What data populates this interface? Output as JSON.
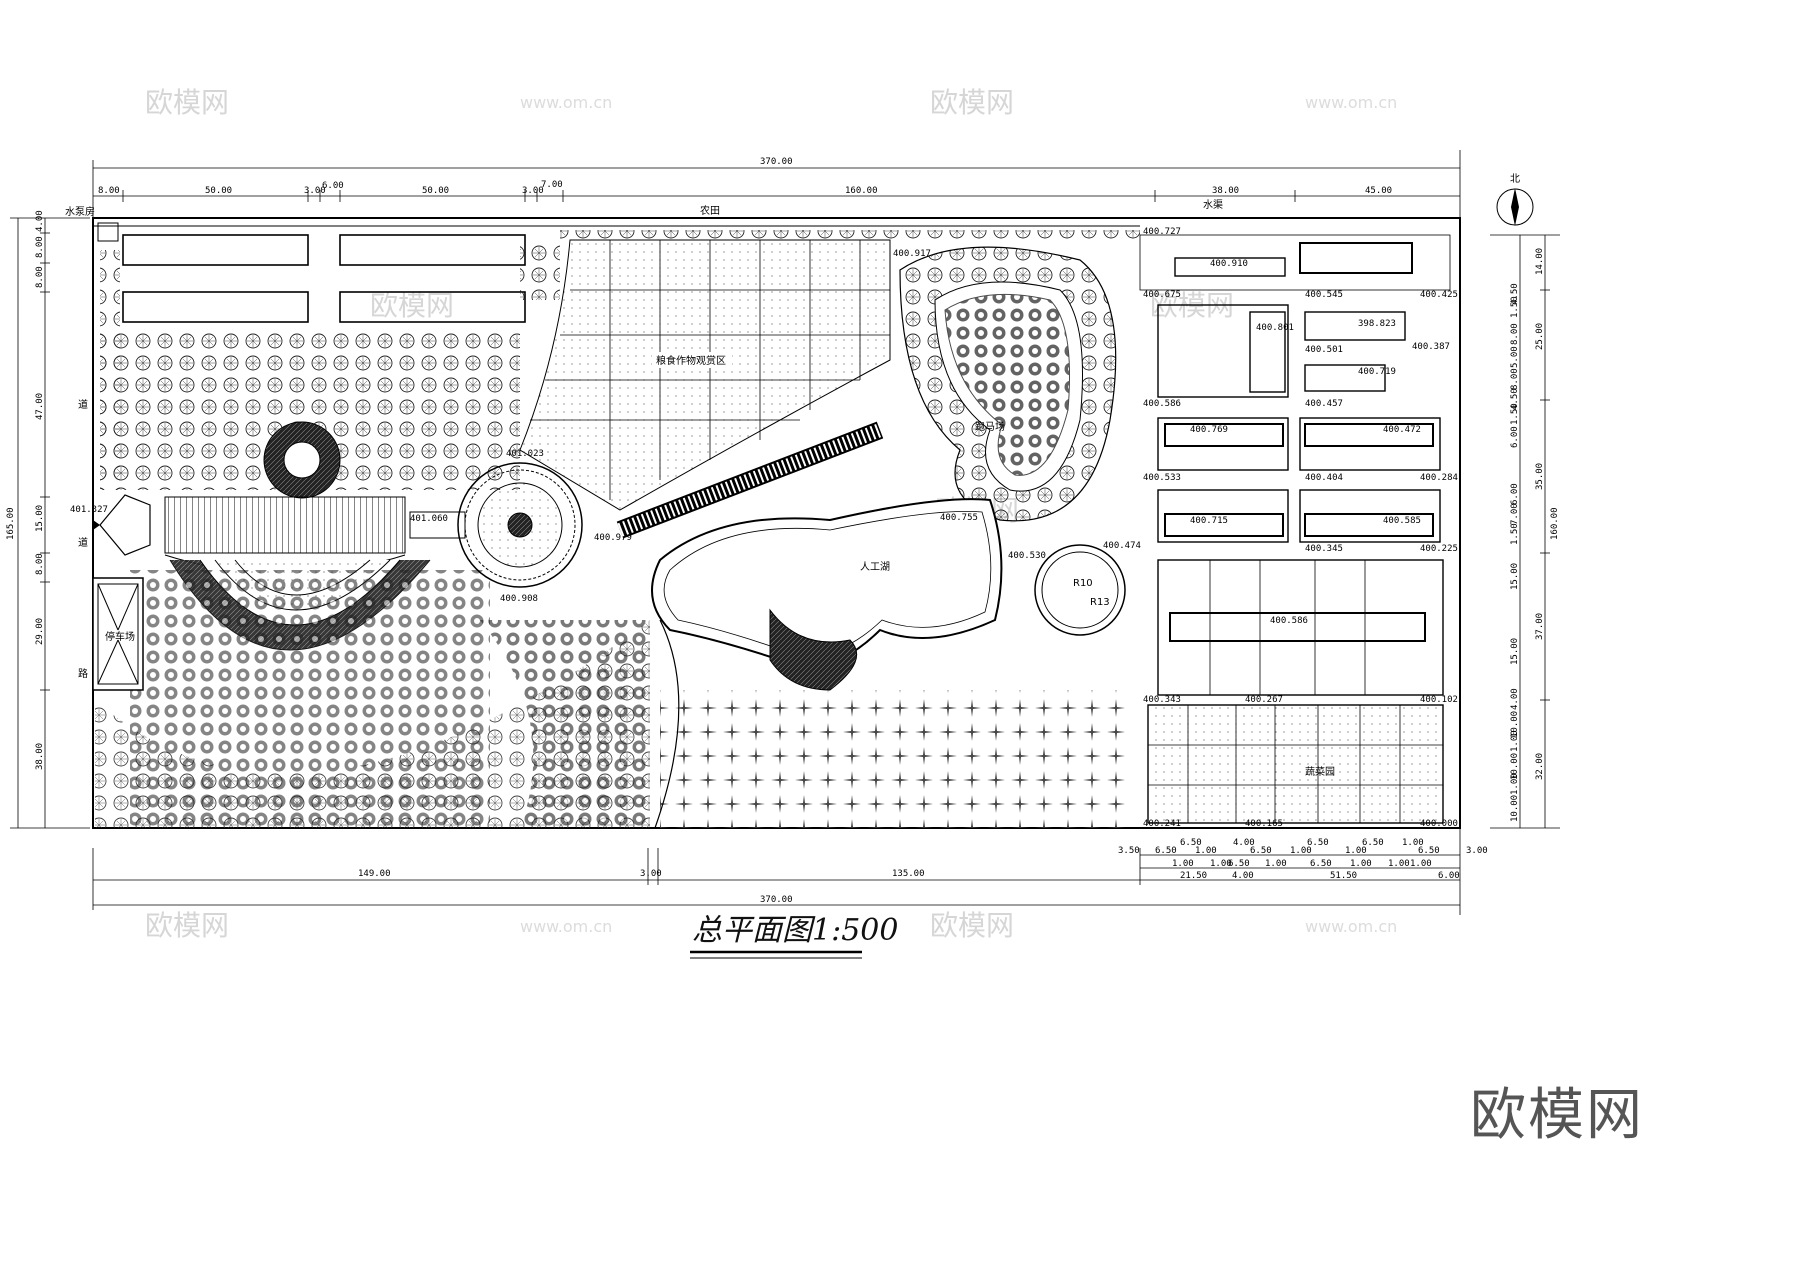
{
  "title": "总平面图1:500",
  "brand": "欧模网",
  "watermark": {
    "name": "欧模网",
    "url": "www.om.cn"
  },
  "north": "北",
  "areas": {
    "farmland": "农田",
    "water_channel": "水渠",
    "pump_house": "水泵房",
    "crop_zone": "粮食作物观赏区",
    "riding": "跑马场",
    "lake": "人工湖",
    "vegetable": "蔬菜园",
    "road_left": "道",
    "road_left2": "路",
    "parking": "停车场"
  },
  "dims_top": {
    "overall": "370.00",
    "segments": [
      "8.00",
      "50.00",
      "3.00",
      "6.00",
      "50.00",
      "3.00",
      "7.00",
      "160.00",
      "38.00",
      "45.00"
    ]
  },
  "dims_bottom": {
    "overall": "370.00",
    "left": "149.00",
    "mid": "3.00",
    "right": "135.00",
    "row1": [
      "3.50",
      "6.50",
      "1.00",
      "4.00",
      "6.50",
      "1.00",
      "6.50",
      "1.00",
      "6.50",
      "1.00",
      "3.00"
    ],
    "row2": [
      "6.50",
      "1.00",
      "6.50",
      "1.00",
      "6.50",
      "1.00",
      "6.50"
    ],
    "row3": [
      "1.00",
      "21.50",
      "4.00",
      "1.00",
      "51.50",
      "1.00",
      "6.00"
    ]
  },
  "dims_left": {
    "overall": "165.00",
    "segments": [
      "4.00",
      "8.00",
      "8.00",
      "47.00",
      "15.00",
      "8.00",
      "29.00",
      "38.00"
    ]
  },
  "dims_right": {
    "overall": "160.00",
    "segments": [
      "14.00",
      "25.00",
      "35.00",
      "37.00",
      "32.00"
    ],
    "fine": [
      "4.50",
      "1.50",
      "8.00",
      "5.00",
      "8.00",
      "4.50",
      "1.50",
      "6.00",
      "7.00",
      "1.50",
      "6.00",
      "15.00",
      "15.00",
      "4.00",
      "10.00",
      "1.00",
      "10.00",
      "1.00",
      "10.00"
    ]
  },
  "elevations": [
    "400.727",
    "400.910",
    "400.675",
    "400.545",
    "400.425",
    "400.801",
    "398.823",
    "400.501",
    "400.387",
    "400.719",
    "400.586",
    "400.457",
    "400.769",
    "400.472",
    "400.533",
    "400.404",
    "400.284",
    "400.715",
    "400.585",
    "400.474",
    "400.345",
    "400.225",
    "400.586",
    "400.343",
    "400.267",
    "400.102",
    "400.241",
    "400.165",
    "400.000",
    "401.327",
    "401.060",
    "401.023",
    "400.979",
    "400.908",
    "400.917",
    "400.755",
    "400.530"
  ],
  "circle": {
    "r1": "R10",
    "r2": "R13"
  }
}
